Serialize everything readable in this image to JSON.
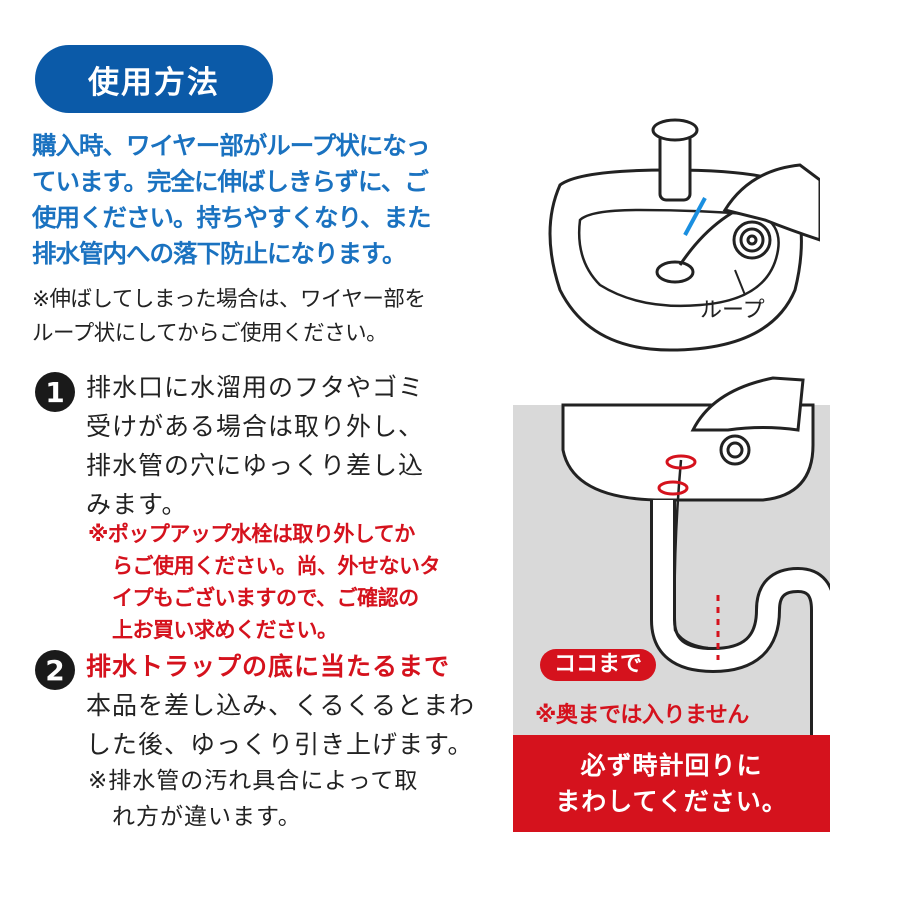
{
  "title": "使用方法",
  "intro": [
    "購入時、ワイヤー部がループ状になっ",
    "ています。完全に伸ばしきらずに、ご",
    "使用ください。持ちやすくなり、また",
    "排水管内への落下防止になります。"
  ],
  "intro_note": [
    "※伸ばしてしまった場合は、ワイヤー部を",
    "ループ状にしてからご使用ください。"
  ],
  "steps": [
    {
      "number": "1",
      "lines": [
        "排水口に水溜用のフタやゴミ",
        "受けがある場合は取り外し、",
        "排水管の穴にゆっくり差し込",
        "みます。"
      ],
      "note": [
        "※ポップアップ水栓は取り外してか",
        "らご使用ください。尚、外せないタ",
        "イプもございますので、ご確認の",
        "上お買い求めください。"
      ]
    },
    {
      "number": "2",
      "highlight": "排水トラップの底に当たるまで",
      "lines": [
        "本品を差し込み、くるくるとまわ",
        "した後、ゆっくり引き上げます。"
      ],
      "note": [
        "※排水管の汚れ具合によって取",
        "れ方が違います。"
      ]
    }
  ],
  "diagram": {
    "loop_label": "ループ",
    "here_label": "ココまで",
    "no_deeper": "※奥までは入りません",
    "warning": [
      "必ず時計回りに",
      "まわしてください。"
    ]
  },
  "colors": {
    "blue": "#0b5aa8",
    "red": "#d5121d",
    "gray": "#d9d9d9"
  }
}
